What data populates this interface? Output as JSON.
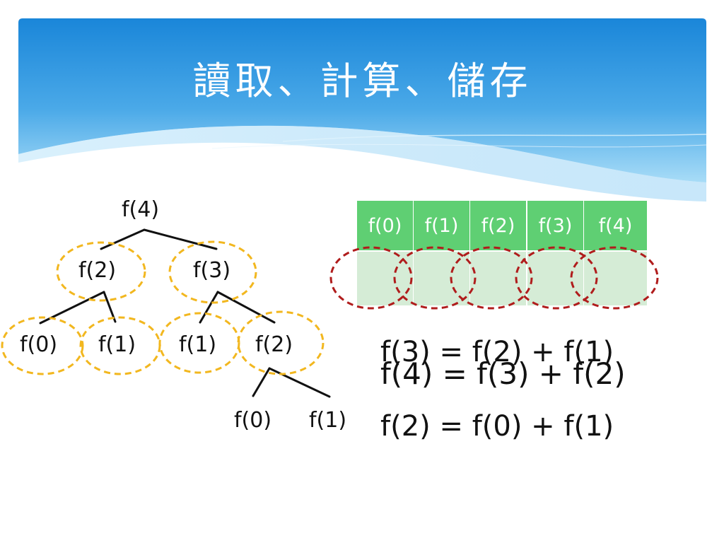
{
  "slide": {
    "title": "讀取、計算、儲存"
  },
  "tree": {
    "root": "f(4)",
    "level1_left": "f(2)",
    "level1_right": "f(3)",
    "level2_a": "f(0)",
    "level2_b": "f(1)",
    "level2_c": "f(1)",
    "level2_d": "f(2)",
    "level3_a": "f(0)",
    "level3_b": "f(1)"
  },
  "memo_table": {
    "headers": [
      "f(0)",
      "f(1)",
      "f(2)",
      "f(3)",
      "f(4)"
    ]
  },
  "equations": {
    "eq_top_back": "f(3) = f(2) + f(1)",
    "eq_top_front": "f(4) = f(3) + f(2)",
    "eq_bottom": "f(2) = f(0) + f(1)"
  },
  "colors": {
    "header_gradient_top": "#1a8fdf",
    "header_gradient_bottom": "#9ad6f7",
    "table_header": "#5fcf73",
    "table_body": "#d5ecd6",
    "tree_highlight": "#f2b71f",
    "table_highlight": "#b01c1c"
  }
}
